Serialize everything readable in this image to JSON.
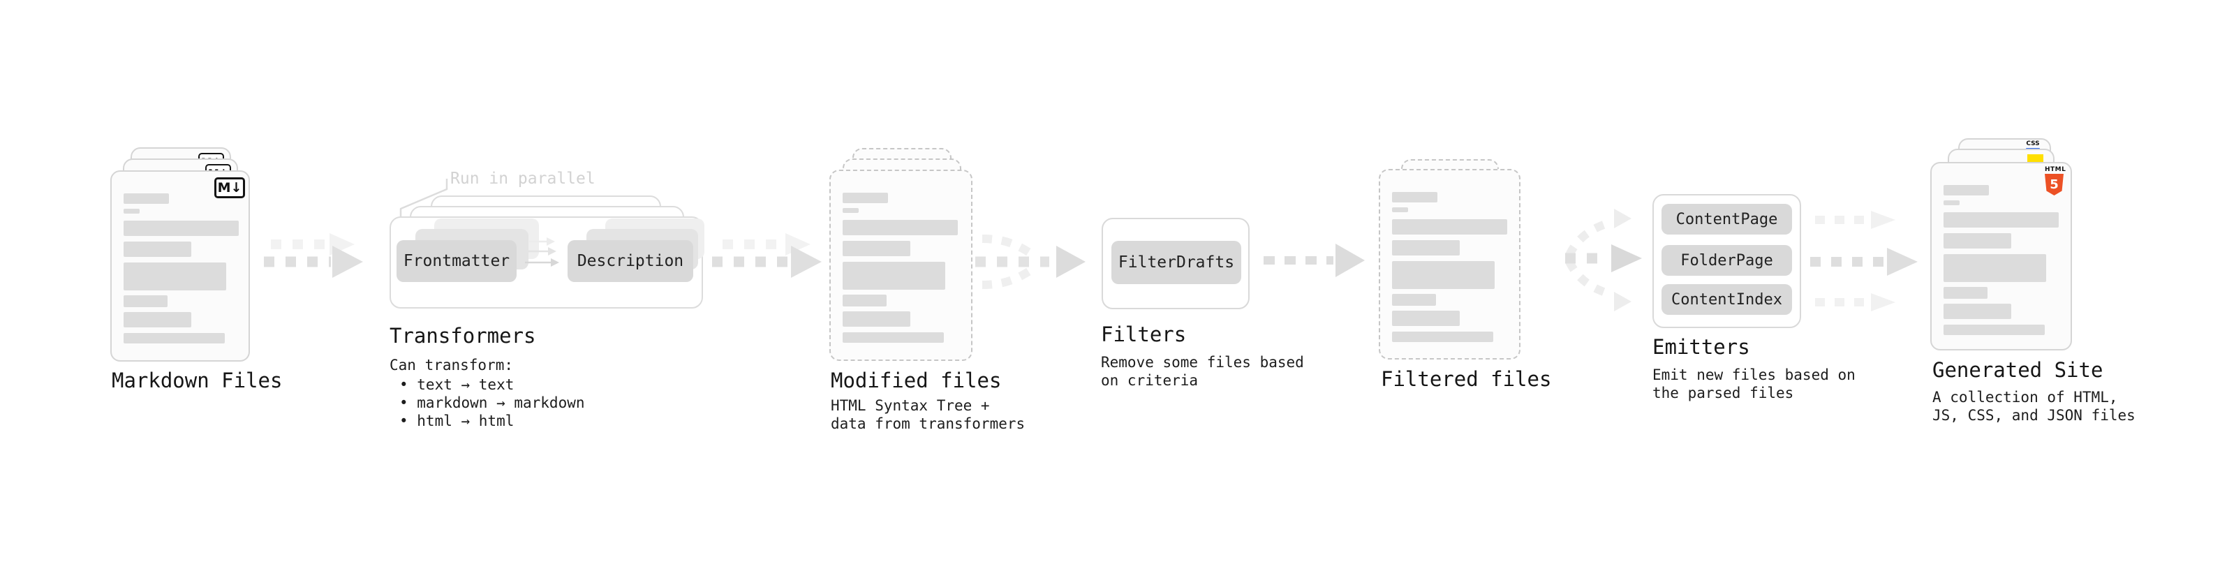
{
  "diagram": {
    "title_context": "static site generation pipeline",
    "nodes": {
      "markdown_files": {
        "label": "Markdown Files"
      },
      "transformers": {
        "label": "Transformers",
        "annotation": "Run in parallel",
        "box_a": "Frontmatter",
        "box_b": "Description",
        "desc_title": "Can transform:",
        "capabilities": [
          "• text → text",
          "• markdown → markdown",
          "• html → html"
        ]
      },
      "modified_files": {
        "label": "Modified files",
        "desc": [
          "HTML Syntax Tree +",
          "data from transformers"
        ]
      },
      "filters": {
        "label": "Filters",
        "box": "FilterDrafts",
        "desc": [
          "Remove some files based",
          "on criteria"
        ]
      },
      "filtered_files": {
        "label": "Filtered files"
      },
      "emitters": {
        "label": "Emitters",
        "boxes": [
          "ContentPage",
          "FolderPage",
          "ContentIndex"
        ],
        "desc": [
          "Emit new files based on",
          "the parsed files"
        ]
      },
      "generated_site": {
        "label": "Generated Site",
        "desc": [
          "A collection of HTML,",
          "JS, CSS, and JSON files"
        ]
      }
    },
    "icons": {
      "markdown": {
        "letter": "M",
        "arrow": "↓"
      },
      "html5": {
        "word": "HTML",
        "number": "5",
        "color": "#ec5125"
      },
      "css": {
        "word": "CSS",
        "color": "#2b66e9"
      },
      "js": {
        "color": "#ffdf00"
      }
    },
    "colors": {
      "box_fill": "#d9d9d9",
      "bar_fill": "#dcdcdc",
      "arrow": "#dfdfdf",
      "arrow_ghost": "#f2f2f2",
      "dashed_border": "#c6c6c6",
      "annotation_text": "#d2d2d2"
    }
  }
}
